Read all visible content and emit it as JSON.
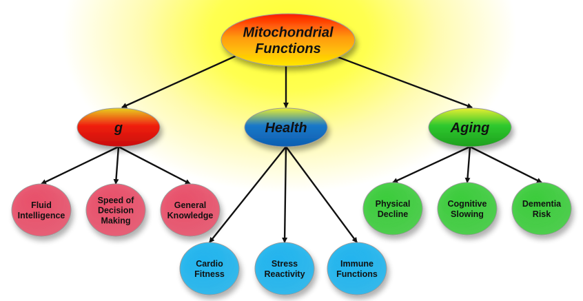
{
  "root": {
    "label": [
      "Mitochondrial",
      "Functions"
    ]
  },
  "categories": [
    {
      "id": "g",
      "label": [
        "g"
      ],
      "children": [
        {
          "label": [
            "Fluid",
            "Intelligence"
          ]
        },
        {
          "label": [
            "Speed of",
            "Decision",
            "Making"
          ]
        },
        {
          "label": [
            "General",
            "Knowledge"
          ]
        }
      ]
    },
    {
      "id": "health",
      "label": [
        "Health"
      ],
      "children": [
        {
          "label": [
            "Cardio",
            "Fitness"
          ]
        },
        {
          "label": [
            "Stress",
            "Reactivity"
          ]
        },
        {
          "label": [
            "Immune",
            "Functions"
          ]
        }
      ]
    },
    {
      "id": "aging",
      "label": [
        "Aging"
      ],
      "children": [
        {
          "label": [
            "Physical",
            "Decline"
          ]
        },
        {
          "label": [
            "Cognitive",
            "Slowing"
          ]
        },
        {
          "label": [
            "Dementia",
            "Risk"
          ]
        }
      ]
    }
  ],
  "colors": {
    "root": [
      "#ff1a00",
      "#ff9a10",
      "#ffe600"
    ],
    "g": [
      "#e8d020",
      "#f02010",
      "#c80c0c"
    ],
    "health": [
      "#e8ee30",
      "#1a78c8",
      "#0c5eb0"
    ],
    "aging": [
      "#e8ee30",
      "#2ec82e",
      "#1ea01e"
    ],
    "g_child": "#e8506a",
    "health_child": "#20b4ee",
    "aging_child": "#3ccc3c"
  }
}
